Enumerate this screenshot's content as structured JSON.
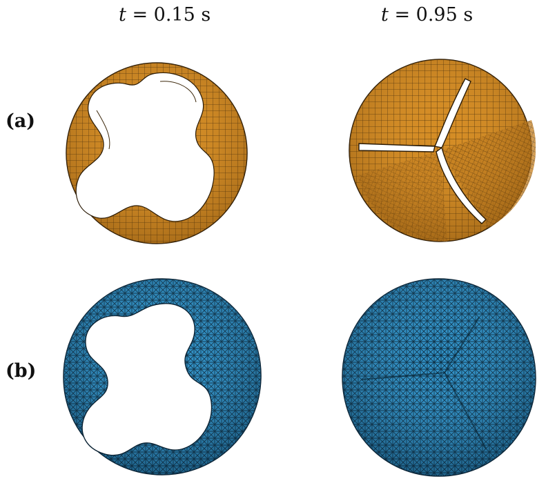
{
  "columns": [
    {
      "time_var": "t",
      "time_value": "= 0.15 s"
    },
    {
      "time_var": "t",
      "time_value": "= 0.95 s"
    }
  ],
  "rows": [
    {
      "label": "(a)",
      "mesh": "quadrilateral-shell",
      "color": "#d48c24"
    },
    {
      "label": "(b)",
      "mesh": "tetrahedral-volume",
      "color": "#2f8fc4"
    }
  ]
}
